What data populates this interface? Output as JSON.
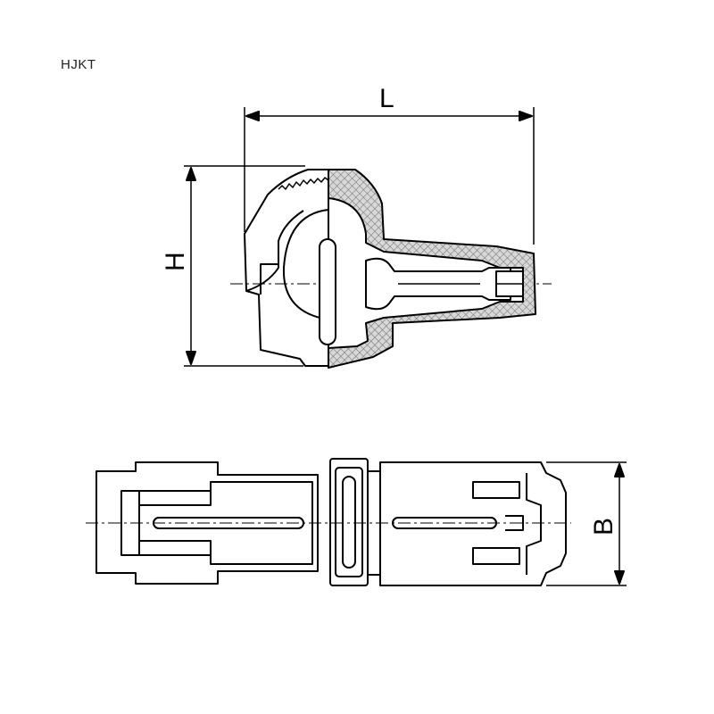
{
  "model": "HJKT",
  "dimensions": {
    "length": "L",
    "height": "H",
    "width": "B"
  },
  "colors": {
    "line": "#000000",
    "hatch": "#888888",
    "background": "#ffffff"
  }
}
